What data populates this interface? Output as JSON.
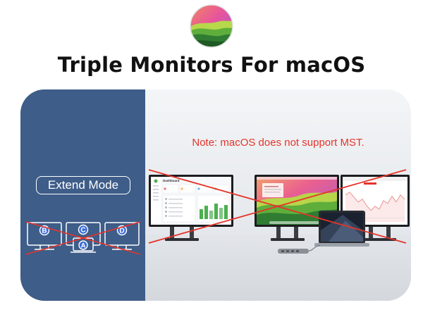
{
  "title": "Triple Monitors For macOS",
  "logo": {
    "icon": "macos-sonoma-icon"
  },
  "left_panel": {
    "mode_label": "Extend Mode",
    "displays": [
      {
        "letter": "B"
      },
      {
        "letter": "C"
      },
      {
        "letter": "D"
      },
      {
        "letter": "A"
      }
    ]
  },
  "note": "Note: macOS does not support MST.",
  "screens": {
    "dashboard_heading": "Dashboard"
  },
  "colors": {
    "panel": "#3e5d88",
    "cross": "#e5342a",
    "badge": "#3d6fd8",
    "title": "#111111"
  }
}
